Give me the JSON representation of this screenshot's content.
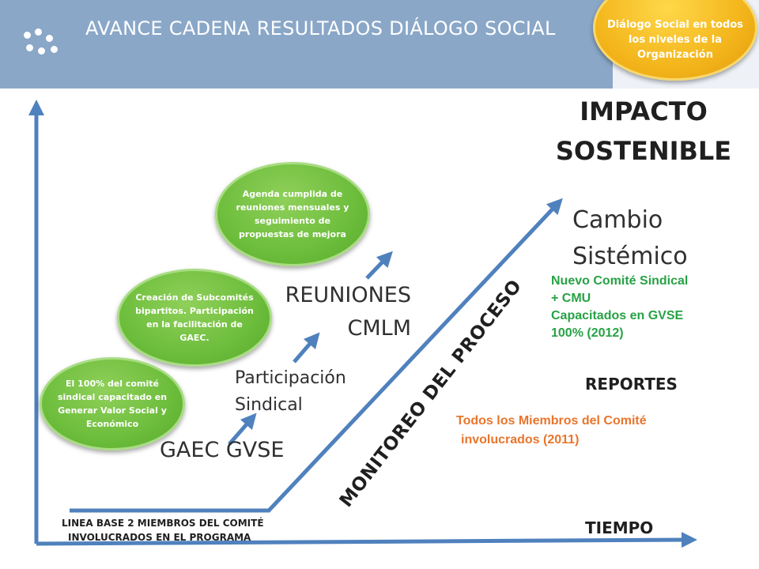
{
  "header": {
    "title": "AVANCE CADENA RESULTADOS DIÁLOGO SOCIAL"
  },
  "top_bubble": {
    "text": "Diálogo Social en todos los niveles de la Organización"
  },
  "bubbles": [
    {
      "text": "El 100% del comité sindical capacitado en Generar Valor Social y Económico"
    },
    {
      "text": "Creación de Subcomités bipartitos. Participación en la facilitación de GAEC."
    },
    {
      "text": "Agenda cumplida de reuniones mensuales y seguimiento de propuestas de mejora"
    }
  ],
  "impact": {
    "line1": "IMPACTO",
    "line2": "SOSTENIBLE"
  },
  "change": {
    "line1": "Cambio",
    "line2": "Sistémico"
  },
  "stages": {
    "gaec": "GAEC GVSE",
    "participacion_1": "Participación",
    "participacion_2": "Sindical",
    "reuniones_1": "REUNIONES",
    "reuniones_2": "CMLM"
  },
  "monitoring": "MONITOREO DEL PROCESO",
  "green_note": {
    "line1": "Nuevo Comité Sindical",
    "line2": "+ CMU",
    "line3": "Capacitados en GVSE",
    "line4": "100%  (2012)"
  },
  "reportes": "REPORTES",
  "orange_note": {
    "line1": "Todos los Miembros del Comité",
    "line2": "involucrados (2011)"
  },
  "baseline": {
    "line1": "LINEA BASE 2 MIEMBROS DEL COMITÉ",
    "line2": "INVOLUCRADOS EN EL PROGRAMA"
  },
  "tiempo": "TIEMPO",
  "colors": {
    "header_bg": "#8aa7c8",
    "arrow_blue": "#4f81bd",
    "bubble_green": "#6dbd3c",
    "bubble_orange": "#f3b51b",
    "note_green": "#27a245",
    "note_orange": "#e9752c"
  }
}
